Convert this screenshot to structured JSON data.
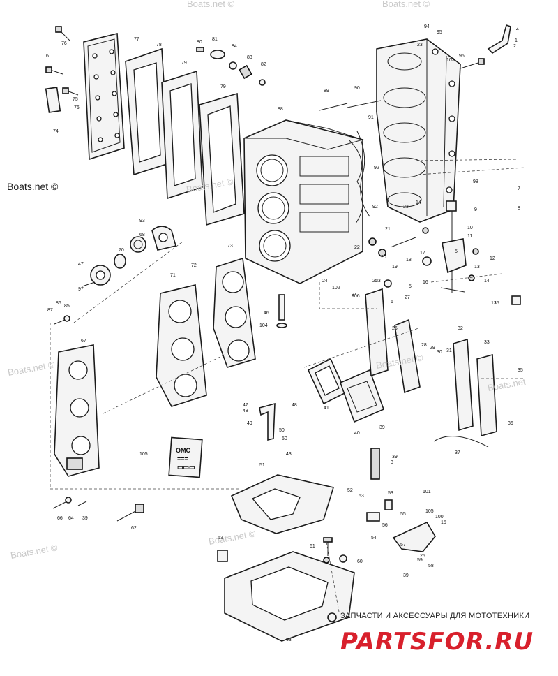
{
  "watermark": {
    "primary": "Boats.net ©",
    "faint": [
      "Boats.net ©",
      "Boats.net ©",
      "Boats.net ©",
      "Boats.net ©",
      "Boats.net ©",
      "Boats.net ©",
      "Boats.net ©",
      "Boats.net"
    ]
  },
  "footer": {
    "caption": "ЗАПЧАСТИ И АКСЕССУАРЫ ДЛЯ МОТОТЕХНИКИ",
    "logo": "PARTSFOR.RU"
  },
  "package_label": {
    "lines": [
      "OMC",
      "===",
      "▭▭▭"
    ]
  },
  "callouts": [
    "1",
    "2",
    "3",
    "4",
    "5",
    "6",
    "7",
    "8",
    "9",
    "10",
    "11",
    "12",
    "13",
    "14",
    "15",
    "16",
    "17",
    "18",
    "19",
    "20",
    "21",
    "22",
    "23",
    "24",
    "25",
    "26",
    "27",
    "28",
    "29",
    "30",
    "31",
    "32",
    "33",
    "35",
    "36",
    "37",
    "39",
    "39",
    "39",
    "40",
    "41",
    "43",
    "46",
    "47",
    "47",
    "48",
    "48",
    "49",
    "50",
    "51",
    "52",
    "53",
    "53",
    "54",
    "55",
    "56",
    "57",
    "58",
    "59",
    "60",
    "61",
    "62",
    "63",
    "63",
    "64",
    "66",
    "67",
    "68",
    "70",
    "71",
    "72",
    "73",
    "74",
    "75",
    "76",
    "76",
    "77",
    "78",
    "79",
    "79",
    "80",
    "81",
    "82",
    "83",
    "84",
    "85",
    "86",
    "87",
    "88",
    "89",
    "90",
    "91",
    "92",
    "92",
    "93",
    "94",
    "95",
    "96",
    "97",
    "98",
    "100",
    "101",
    "102",
    "103",
    "104",
    "105",
    "105",
    "106",
    "24",
    "23",
    "6",
    "5",
    "13",
    "15",
    "14",
    "23",
    "25",
    "50",
    "39",
    "3"
  ]
}
